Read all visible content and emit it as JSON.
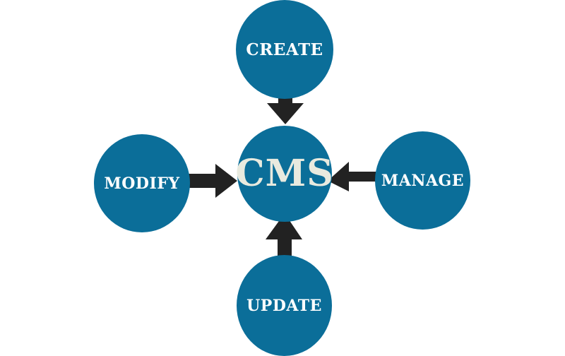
{
  "colors": {
    "circle_fill": "#0b6e99",
    "arrow_fill": "#222222",
    "label_outer": "#ffffff",
    "label_center": "#e8eadf",
    "background": "#ffffff"
  },
  "center": {
    "label": "CMS"
  },
  "nodes": {
    "create": {
      "label": "CREATE"
    },
    "modify": {
      "label": "MODIFY"
    },
    "manage": {
      "label": "MANAGE"
    },
    "update": {
      "label": "UPDATE"
    }
  },
  "arrows": [
    {
      "from": "create",
      "to": "center",
      "direction": "down"
    },
    {
      "from": "modify",
      "to": "center",
      "direction": "right"
    },
    {
      "from": "manage",
      "to": "center",
      "direction": "left"
    },
    {
      "from": "update",
      "to": "center",
      "direction": "up"
    }
  ]
}
